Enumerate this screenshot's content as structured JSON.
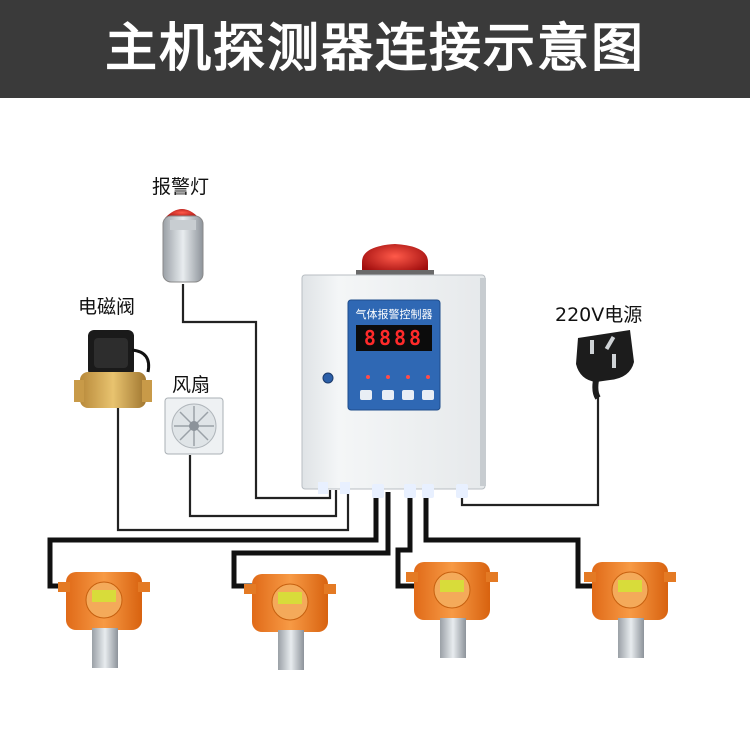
{
  "title": "主机探测器连接示意图",
  "labels": {
    "alarm_light": "报警灯",
    "solenoid_valve": "电磁阀",
    "fan": "风扇",
    "power": "220V电源"
  },
  "controller": {
    "panel_title": "气体报警控制器",
    "display": "8888"
  },
  "colors": {
    "header_bg": "#3a3a3a",
    "detector_orange": "#f0822a",
    "display_green": "#d8dc3a",
    "panel_blue": "#2b5fa8",
    "wire": "#222222"
  },
  "detectors_count_shown": 4
}
